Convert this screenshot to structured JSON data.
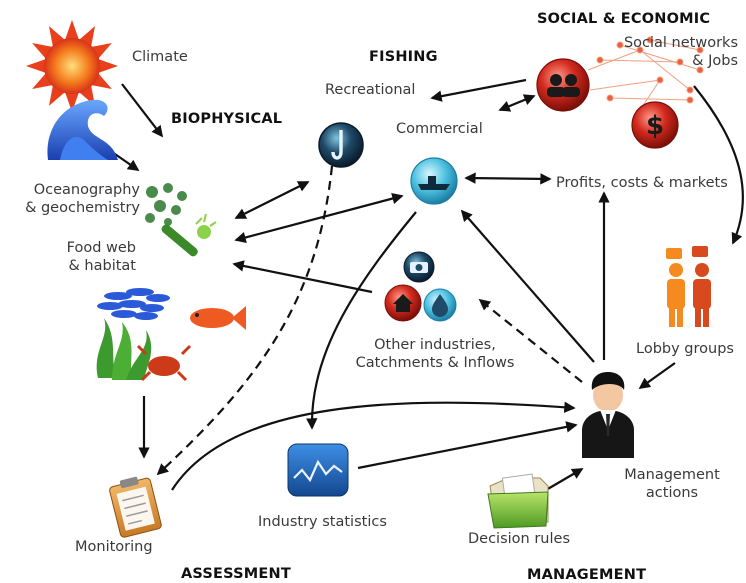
{
  "sections": {
    "biophysical": "BIOPHYSICAL",
    "fishing": "FISHING",
    "social_economic": "SOCIAL & ECONOMIC",
    "assessment": "ASSESSMENT",
    "management": "MANAGEMENT"
  },
  "nodes": {
    "climate": "Climate",
    "oceanography": [
      "Oceanography",
      "& geochemistry"
    ],
    "food_web": [
      "Food web",
      "& habitat"
    ],
    "recreational": "Recreational",
    "commercial": "Commercial",
    "social_networks": [
      "Social networks",
      "& Jobs"
    ],
    "profits": "Profits, costs & markets",
    "other_industries": [
      "Other industries,",
      "Catchments & Inflows"
    ],
    "lobby_groups": "Lobby groups",
    "management_actions": [
      "Management",
      "actions"
    ],
    "industry_statistics": "Industry statistics",
    "decision_rules": "Decision rules",
    "monitoring": "Monitoring"
  },
  "colors": {
    "arrow": "#111111",
    "label_text": "#3a3a3a",
    "section_text": "#111111",
    "teal_node": "#3fb6d6",
    "dark_node": "#1c3b52",
    "red_node": "#d42a1e",
    "sun": "#e8401c",
    "wave": "#1e5fd0",
    "fish_blue": "#2a5ad8",
    "fish_orange": "#ee5a22",
    "seaweed": "#3c9a2e"
  },
  "icons": [
    "sun-icon",
    "wave-icon",
    "plankton-icon",
    "seagrass-icon",
    "fish-school-icon",
    "fish-icon",
    "seaweed-icon",
    "crab-icon",
    "fish-hook-icon",
    "fishing-boat-icon",
    "people-icon",
    "dollar-icon",
    "network-icon",
    "camera-icon",
    "house-icon",
    "water-drop-icon",
    "lobby-people-icon",
    "businessman-icon",
    "chart-icon",
    "folder-icon",
    "clipboard-icon"
  ]
}
